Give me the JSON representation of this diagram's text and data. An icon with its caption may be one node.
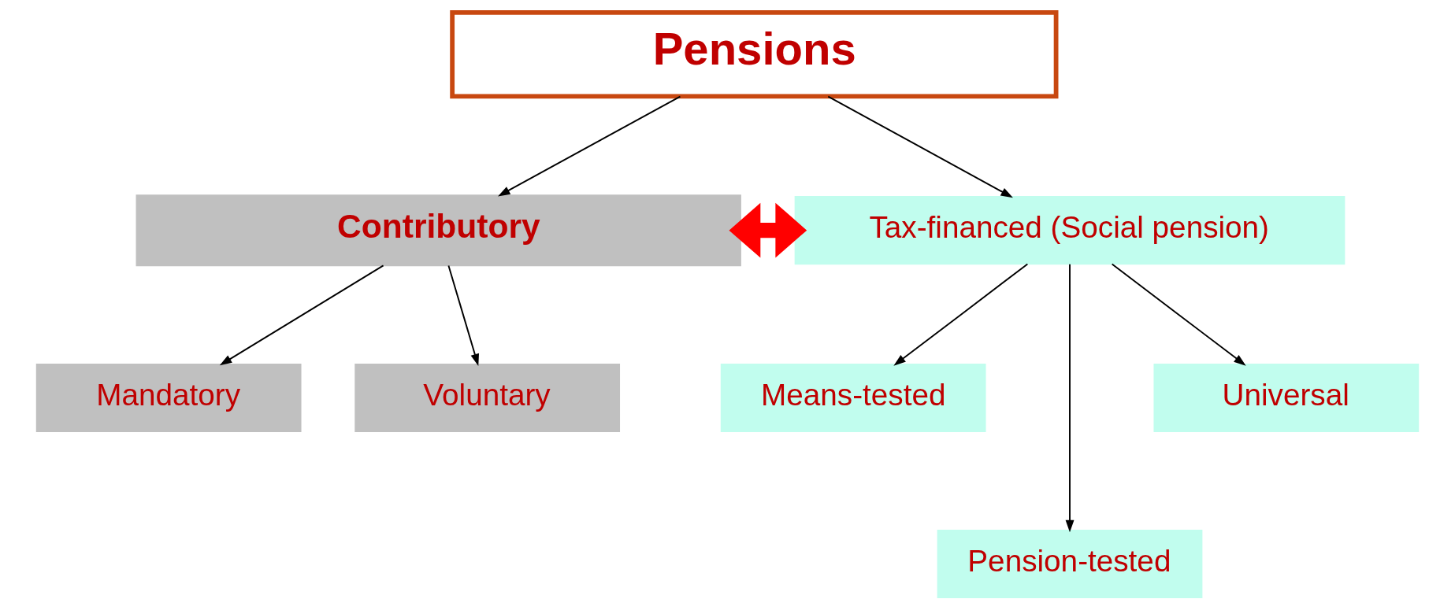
{
  "diagram": {
    "nodes": [
      {
        "text": [
          "Pensions"
        ]
      },
      {
        "text": [
          "Contributory"
        ]
      },
      {
        "text": [
          "Mandatory"
        ]
      },
      {
        "text": [
          "Voluntary"
        ]
      },
      {
        "text": [
          "Tax-financed (Social pension)"
        ]
      },
      {
        "text": [
          "Means-tested"
        ]
      },
      {
        "text": [
          "Pension-tested"
        ]
      },
      {
        "text": [
          "Universal"
        ]
      }
    ],
    "edges": [
      {
        "from": 0,
        "to": 1,
        "arrow": "to"
      },
      {
        "from": 0,
        "to": 4,
        "arrow": "to"
      },
      {
        "from": 1,
        "to": 2,
        "arrow": "to"
      },
      {
        "from": 1,
        "to": 3,
        "arrow": "to"
      },
      {
        "from": 1,
        "to": 4,
        "arrow": "both",
        "style": "thick",
        "color": "#ff0000"
      },
      {
        "from": 4,
        "to": 5,
        "arrow": "to"
      },
      {
        "from": 4,
        "to": 6,
        "arrow": "to"
      },
      {
        "from": 4,
        "to": 7,
        "arrow": "to"
      }
    ]
  }
}
